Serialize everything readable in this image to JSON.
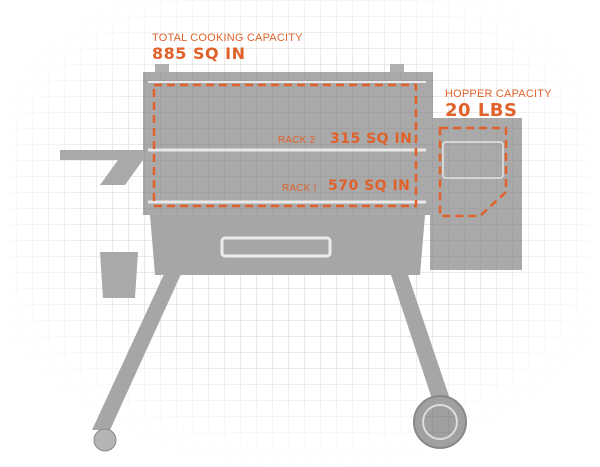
{
  "total_capacity": {
    "label": "TOTAL COOKING CAPACITY",
    "value": "885 SQ IN"
  },
  "hopper_capacity": {
    "label": "HOPPER CAPACITY",
    "value": "20 LBS"
  },
  "racks": [
    {
      "label": "RACK 2",
      "value": "315 SQ IN"
    },
    {
      "label": "RACK I",
      "value": "570 SQ IN"
    }
  ],
  "colors": {
    "accent": "#e0622a",
    "body": "#a9a9a9",
    "grid": "#d8d8d8"
  }
}
